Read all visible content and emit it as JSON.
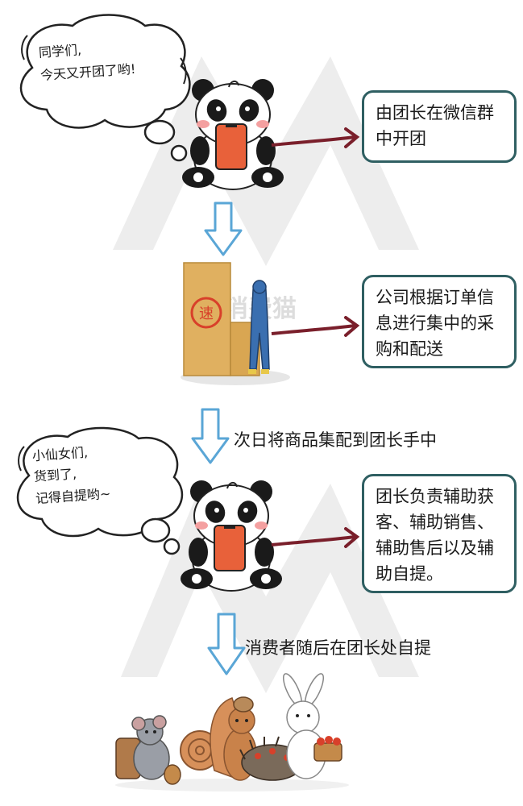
{
  "watermark": {
    "text": "消费猫"
  },
  "bubbles": [
    {
      "lines": [
        "同学们,",
        "今天又开团了哟!"
      ]
    },
    {
      "lines": [
        "小仙女们,",
        "货到了,",
        "记得自提哟~"
      ]
    }
  ],
  "boxes": [
    {
      "text": "由团长在微信群中开团"
    },
    {
      "text": "公司根据订单信息进行集中的采购和配送"
    },
    {
      "text": "团长负责辅助获客、辅助销售、辅助售后以及辅助自提。"
    }
  ],
  "arrow_labels": [
    {
      "text": "次日将商品集配到团长手中"
    },
    {
      "text": "消费者随后在团长处自提"
    }
  ],
  "box_stamp": {
    "text": "速"
  },
  "colors": {
    "box_border": "#2f5f62",
    "arrow_red": "#7a1f2b",
    "arrow_blue": "#5aa6d6",
    "arrow_fill": "#ffffff",
    "box_tan": "#e0b060"
  }
}
